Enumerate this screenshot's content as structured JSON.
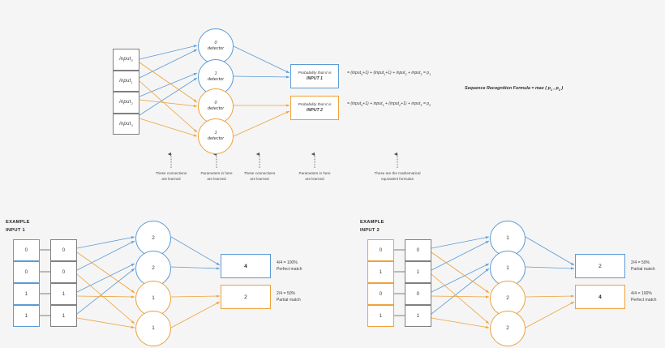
{
  "colors": {
    "blue": "#5b9bd5",
    "orange": "#eda23c",
    "grey": "#808080",
    "background": "#f5f5f5",
    "arrow_dark": "#555555"
  },
  "top_diagram": {
    "inputs": [
      {
        "label": "input",
        "sub": "0"
      },
      {
        "label": "input",
        "sub": "1"
      },
      {
        "label": "input",
        "sub": "2"
      },
      {
        "label": "input",
        "sub": "3"
      }
    ],
    "detectors": [
      {
        "digit": "0",
        "word": "detector",
        "color": "blue"
      },
      {
        "digit": "1",
        "word": "detector",
        "color": "blue"
      },
      {
        "digit": "0",
        "word": "detector",
        "color": "orange"
      },
      {
        "digit": "1",
        "word": "detector",
        "color": "orange"
      }
    ],
    "outputs": [
      {
        "lead": "Probability that it is",
        "strong": "INPUT 1",
        "color": "blue"
      },
      {
        "lead": "Probability that it is",
        "strong": "INPUT 2",
        "color": "orange"
      }
    ],
    "formulas": [
      "= (input0+1) + (input1+1) + input2 + input3 = p1",
      "= (input0+1) + input1 + (input2+1) + input3 = p2"
    ],
    "sequence_formula": "Sequence Recognition Formula = max ( p1 , p2 )",
    "annotations": [
      {
        "line1": "These connections",
        "line2": "are learned"
      },
      {
        "line1": "Parameters in here",
        "line2": "are learned"
      },
      {
        "line1": "These connections",
        "line2": "are learned"
      },
      {
        "line1": "Parameters in here",
        "line2": "are learned"
      },
      {
        "line1": "These are the mathematical",
        "line2": "equivalent formulas"
      }
    ]
  },
  "examples": [
    {
      "title_line1": "EXAMPLE",
      "title_line2": "INPUT 1",
      "accent": "blue",
      "input_values": [
        "0",
        "0",
        "1",
        "1"
      ],
      "relay_values": [
        "0",
        "0",
        "1",
        "1"
      ],
      "node_values": [
        "2",
        "2",
        "1",
        "1"
      ],
      "results": [
        {
          "value": "4",
          "color": "blue",
          "ratio": "4/4 = 100%",
          "verdict": "Perfect match",
          "bold": true
        },
        {
          "value": "2",
          "color": "orange",
          "ratio": "2/4 = 50%",
          "verdict": "Partial match",
          "bold": false
        }
      ]
    },
    {
      "title_line1": "EXAMPLE",
      "title_line2": "INPUT 2",
      "accent": "orange",
      "input_values": [
        "0",
        "1",
        "0",
        "1"
      ],
      "relay_values": [
        "0",
        "1",
        "0",
        "1"
      ],
      "node_values": [
        "1",
        "1",
        "2",
        "2"
      ],
      "results": [
        {
          "value": "2",
          "color": "blue",
          "ratio": "2/4 = 50%",
          "verdict": "Partial match",
          "bold": false
        },
        {
          "value": "4",
          "color": "orange",
          "ratio": "4/4 = 100%",
          "verdict": "Perfect match",
          "bold": true
        }
      ]
    }
  ]
}
